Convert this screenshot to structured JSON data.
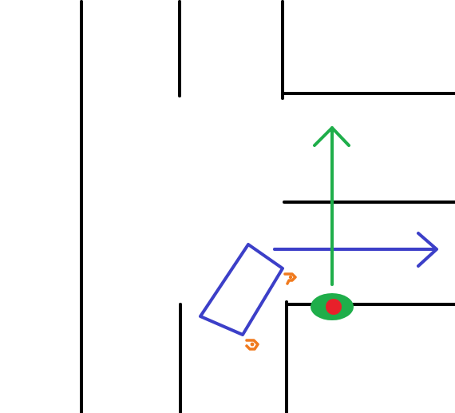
{
  "diagram": {
    "colors": {
      "background": "#ffffff",
      "road_lines": "#000000",
      "vehicle": "#3c3fc8",
      "vehicle_path": "#3c3fc8",
      "pedestrian_path": "#1fae4a",
      "pedestrian_outer": "#1fae4a",
      "pedestrian_inner": "#e8202a",
      "lights": "#f07a1e"
    },
    "elements": {
      "road_lines": "road-line",
      "vehicle": "vehicle-rectangle",
      "vehicle_path": "right-arrow",
      "pedestrian": "pedestrian-marker",
      "pedestrian_path": "up-arrow",
      "lights": "light-marker"
    }
  }
}
